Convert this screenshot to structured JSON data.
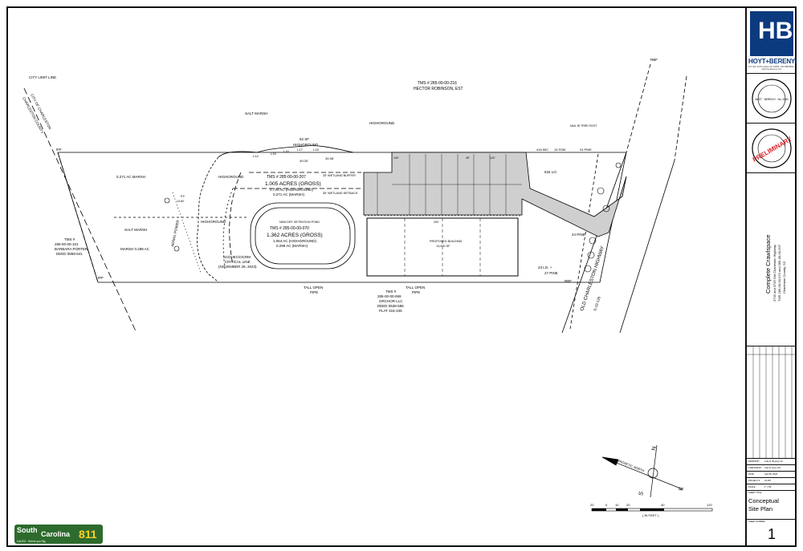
{
  "plan": {
    "tms_north": "TMS # 285-00-00-216",
    "owner_north": "HECTOR ROBINSON, EST",
    "city_limit": "CITY LIMIT LINE",
    "county": "CHARLESTON COUNTY",
    "city": "CITY OF CHARLESTON",
    "salt_marsh_top": "SALT MARSH",
    "salt_marsh_left": "SALT MARSH",
    "highground_top": "HIGHGROUND",
    "highground_mid": "HIGHGROUND",
    "highground_left": "HIGHGROUND",
    "small_area": "62 SF",
    "small_area_hg": "HIGHGROUND",
    "marsh_271": "0.271 AC MARSH",
    "marsh_298": "MARSH 0.298 AC",
    "tms_207": "TMS # 285-00-00-207",
    "acres_207": "1.005 ACRES (GROSS)",
    "hg_207": "0.734 AC (HIGHGROUND)",
    "marsh_207": "0.271 AC (MARSH)",
    "buffer": "25' WETLAND BUFFER",
    "setback": "35' WETLAND SETBACK",
    "pond": "NEW DRY DETENTION POND",
    "tms_070": "TMS # 285-00-00-070",
    "acres_070": "1.362 ACRES (GROSS)",
    "hg_070": "1.064 AC (HIGHGROUND)",
    "marsh_070": "0.298 AC (MARSH)",
    "critical_1": "SCDHEC/OCRM",
    "critical_2": "CRITICAL LINE",
    "critical_3": "(NOVEMBER 29, 2023)",
    "building_1": "PROPOSED BUILDING",
    "building_2": "14,000 SF",
    "tms_101": "TMS #",
    "tms_101b": "285-00-00-101",
    "owner_101": "BARBARA PORTER",
    "deed_101": "DEED 0859-641",
    "tms_069": "TMS #",
    "tms_069b": "285-00-00-069",
    "owner_069": "ORCHOR LLC",
    "deed_069": "DEED 0536-586",
    "plat_069": "PLAT 315-105",
    "pipe_1": "TALL OPEN",
    "pipe_1b": "PIPE",
    "pipe_2": "TALL OPEN",
    "pipe_2b": "PIPE",
    "power": "AERIAL POWER",
    "highway": "OLD CHARLESTON HIGHWAY",
    "highway_row": "S-10-128",
    "iff": "IFF",
    "rbf": "RBF",
    "ipf": "IPF",
    "nail": "NAIL IN TREE ROOT",
    "dist_l14": "L14",
    "dist_l15": "L15",
    "dist_l16": "L16",
    "dist_l17": "L17",
    "dist_l18": "L18",
    "dist_4905": "49.05'",
    "dist_3458": "34.58'",
    "dist_416": "416 MIC",
    "dist_15": "15 SSM",
    "dist_24": "24 PINE",
    "dist_634": "634 LO.",
    "dist_23": "23 LO. +",
    "dist_27": "27 PINE",
    "dist_24b": "24 PINE",
    "n45": "45'",
    "n120": "120'",
    "n100": "100'",
    "pf": "P.F.",
    "pf_val": "14.60'",
    "s200": "200'"
  },
  "north_arrow": {
    "label": "MAGNETIC NORTH"
  },
  "scale": {
    "ticks": [
      "20",
      "0",
      "10",
      "20",
      "40",
      "120"
    ],
    "unit": "( IN FEET )"
  },
  "title_block": {
    "firm_initials": "HB",
    "firm_name": "HOYT+BERENYI",
    "firm_address": "P.O. Box 1079 Ladson SC 29456 · 843.388.8844 · www.hoytberenyi.com",
    "seal_1": "AUST · BERENYI · No. 2860",
    "preliminary": "PRELIMINARY",
    "project_name": "Complete Crawlspace",
    "address_1": "3733 and 3735 Old Charleston Highway",
    "address_2": "TMS 285-00-00-070 and 285-00-00-207",
    "address_3": "Charleston County, SC",
    "drawn_label": "DRAWN BY",
    "drawn_value": "Luke D. Berenyi, E.I.",
    "checked_label": "CHECKED BY",
    "checked_value": "Kyle M. Hoyt, P.E.",
    "date_label": "DATE",
    "date_value": "April 09, 2026",
    "project_label": "PROJECT #",
    "project_value": "24-187",
    "scale_label": "SCALE",
    "scale_value": "1\" = 50'",
    "sheet_title_label": "SHEET TITLE",
    "sheet_title_1": "Conceptual",
    "sheet_title_2": "Site Plan",
    "sheet_number_label": "SHEET NUMBER",
    "sheet_number": "1"
  },
  "logo811": {
    "line1": "South",
    "line2": "Carolina",
    "number": "811",
    "tagline": "Call 811 · Before you Dig"
  }
}
